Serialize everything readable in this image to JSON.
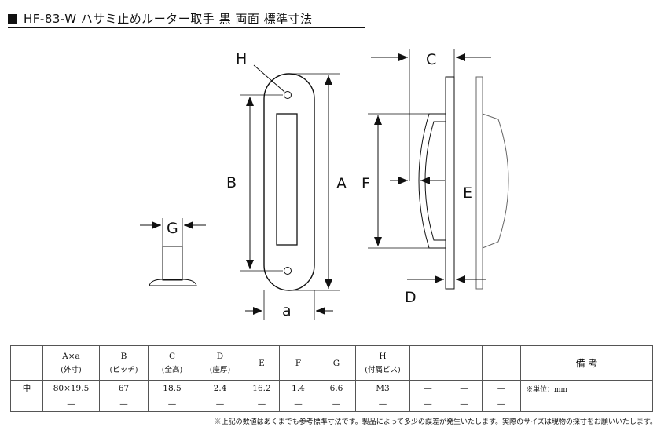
{
  "title": "HF-83-W ハサミ止めルーター取手 黒 両面 標準寸法",
  "labels": {
    "H": "H",
    "B": "B",
    "A": "A",
    "G": "G",
    "a": "a",
    "C": "C",
    "F": "F",
    "E": "E",
    "D": "D"
  },
  "table": {
    "headers": [
      {
        "main": "A×a",
        "sub": "(外寸)"
      },
      {
        "main": "B",
        "sub": "(ピッチ)"
      },
      {
        "main": "C",
        "sub": "(全高)"
      },
      {
        "main": "D",
        "sub": "(座厚)"
      },
      {
        "main": "E",
        "sub": ""
      },
      {
        "main": "F",
        "sub": ""
      },
      {
        "main": "G",
        "sub": ""
      },
      {
        "main": "H",
        "sub": "(付属ビス)"
      },
      {
        "main": "",
        "sub": ""
      },
      {
        "main": "",
        "sub": ""
      },
      {
        "main": "",
        "sub": ""
      }
    ],
    "remarks_header": "備 考",
    "rows": [
      {
        "label": "中",
        "cells": [
          "80×19.5",
          "67",
          "18.5",
          "2.4",
          "16.2",
          "1.4",
          "6.6",
          "M3",
          "—",
          "—",
          "—"
        ],
        "remark": "※単位：mm"
      },
      {
        "label": "",
        "cells": [
          "—",
          "—",
          "—",
          "—",
          "—",
          "—",
          "—",
          "—",
          "—",
          "—",
          "—"
        ],
        "remark": ""
      }
    ]
  },
  "note": "※上記の数値はあくまでも参考標準寸法です。製品によって多少の誤差が発生いたします。実際のサイズは現物の採寸をお願いいたします。"
}
